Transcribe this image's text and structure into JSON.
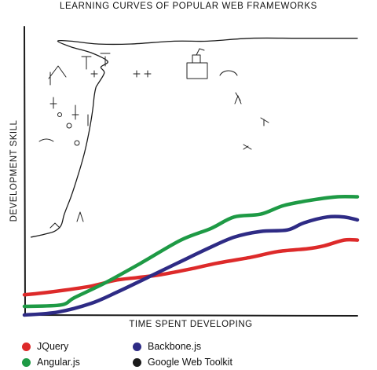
{
  "chart_data": {
    "type": "line",
    "title": "LEARNING CURVES OF POPULAR WEB FRAMEWORKS",
    "xlabel": "TIME SPENT DEVELOPING",
    "ylabel": "DEVELOPMENT SKILL",
    "xlim": [
      0,
      100
    ],
    "ylim": [
      0,
      100
    ],
    "grid": false,
    "legend_position": "bottom",
    "series": [
      {
        "name": "JQuery",
        "color": "#dd2a2a",
        "points": [
          [
            0,
            7
          ],
          [
            8,
            8
          ],
          [
            20,
            10
          ],
          [
            27,
            12
          ],
          [
            34,
            13
          ],
          [
            41,
            14
          ],
          [
            50,
            16
          ],
          [
            58,
            18
          ],
          [
            68,
            20
          ],
          [
            76,
            22
          ],
          [
            85,
            23
          ],
          [
            90,
            24
          ],
          [
            96,
            26
          ],
          [
            100,
            26
          ]
        ]
      },
      {
        "name": "Angular.js",
        "color": "#1e9a45",
        "points": [
          [
            0,
            3
          ],
          [
            11,
            3.5
          ],
          [
            15,
            6
          ],
          [
            24,
            11
          ],
          [
            35,
            18
          ],
          [
            47,
            26
          ],
          [
            56,
            30
          ],
          [
            63,
            34
          ],
          [
            71,
            35
          ],
          [
            78,
            38
          ],
          [
            87,
            40
          ],
          [
            94,
            41
          ],
          [
            100,
            41
          ]
        ]
      },
      {
        "name": "Backbone.js",
        "color": "#2e2b85",
        "points": [
          [
            0,
            0
          ],
          [
            10,
            1
          ],
          [
            20,
            4
          ],
          [
            28,
            8
          ],
          [
            37,
            13
          ],
          [
            46,
            18
          ],
          [
            55,
            23
          ],
          [
            63,
            27
          ],
          [
            71,
            29
          ],
          [
            79,
            29.5
          ],
          [
            84,
            32
          ],
          [
            91,
            34
          ],
          [
            96,
            34
          ],
          [
            100,
            33
          ]
        ]
      },
      {
        "name": "Google Web Toolkit",
        "color": "#1a1a1a",
        "points": [
          [
            2,
            27
          ],
          [
            6,
            28
          ],
          [
            9,
            29
          ],
          [
            11,
            31
          ],
          [
            12,
            35
          ],
          [
            14,
            41
          ],
          [
            16,
            48
          ],
          [
            18,
            56
          ],
          [
            19.5,
            64
          ],
          [
            20.5,
            71
          ],
          [
            21,
            76
          ],
          [
            21.5,
            79
          ],
          [
            22,
            80
          ],
          [
            24,
            84
          ],
          [
            23,
            86
          ],
          [
            25,
            88
          ],
          [
            20,
            91
          ],
          [
            14,
            93
          ],
          [
            10,
            95
          ],
          [
            14,
            95
          ],
          [
            22,
            94
          ],
          [
            32,
            94
          ],
          [
            45,
            95
          ],
          [
            55,
            95
          ],
          [
            68,
            96
          ],
          [
            82,
            96
          ],
          [
            94,
            96
          ],
          [
            100,
            96
          ]
        ]
      }
    ]
  },
  "legend": [
    {
      "label": "JQuery",
      "color": "#dd2a2a"
    },
    {
      "label": "Angular.js",
      "color": "#1e9a45"
    },
    {
      "label": "Backbone.js",
      "color": "#2e2b85"
    },
    {
      "label": "Google Web Toolkit",
      "color": "#1a1a1a"
    }
  ]
}
